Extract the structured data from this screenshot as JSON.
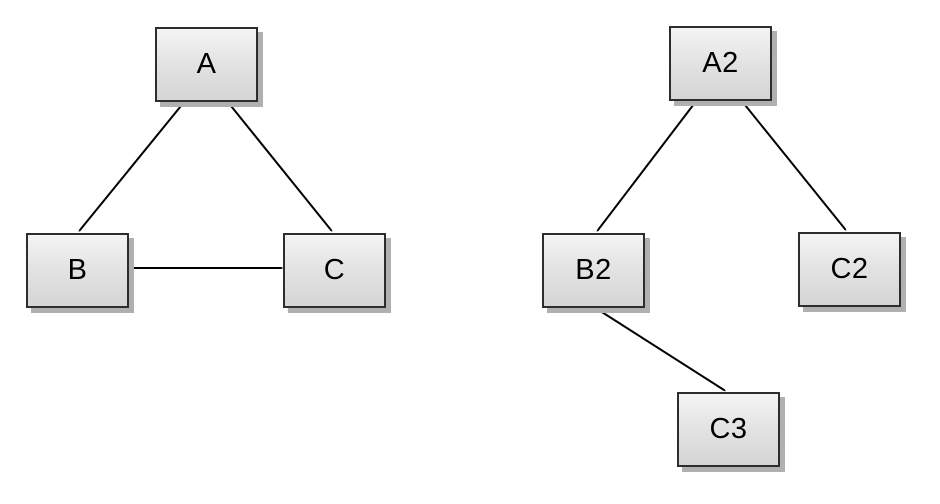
{
  "diagram": {
    "background_color": "#ffffff",
    "node_style": {
      "fill_top": "#f4f4f4",
      "fill_bottom": "#d5d5d5",
      "border_color": "#2d2d2d",
      "shadow_color": "#b0b0b0",
      "text_color": "#000000",
      "edge_color": "#000000",
      "arrowhead": "open-v"
    },
    "graphs": [
      {
        "name": "left-graph",
        "nodes": [
          {
            "id": "A",
            "label": "A"
          },
          {
            "id": "B",
            "label": "B"
          },
          {
            "id": "C",
            "label": "C"
          }
        ],
        "edges": [
          {
            "from": "A",
            "to": "B"
          },
          {
            "from": "A",
            "to": "C"
          },
          {
            "from": "B",
            "to": "C"
          }
        ]
      },
      {
        "name": "right-graph",
        "nodes": [
          {
            "id": "A2",
            "label": "A2"
          },
          {
            "id": "B2",
            "label": "B2"
          },
          {
            "id": "C2",
            "label": "C2"
          },
          {
            "id": "C3",
            "label": "C3"
          }
        ],
        "edges": [
          {
            "from": "A2",
            "to": "B2"
          },
          {
            "from": "A2",
            "to": "C2"
          },
          {
            "from": "B2",
            "to": "C3"
          }
        ]
      }
    ]
  }
}
